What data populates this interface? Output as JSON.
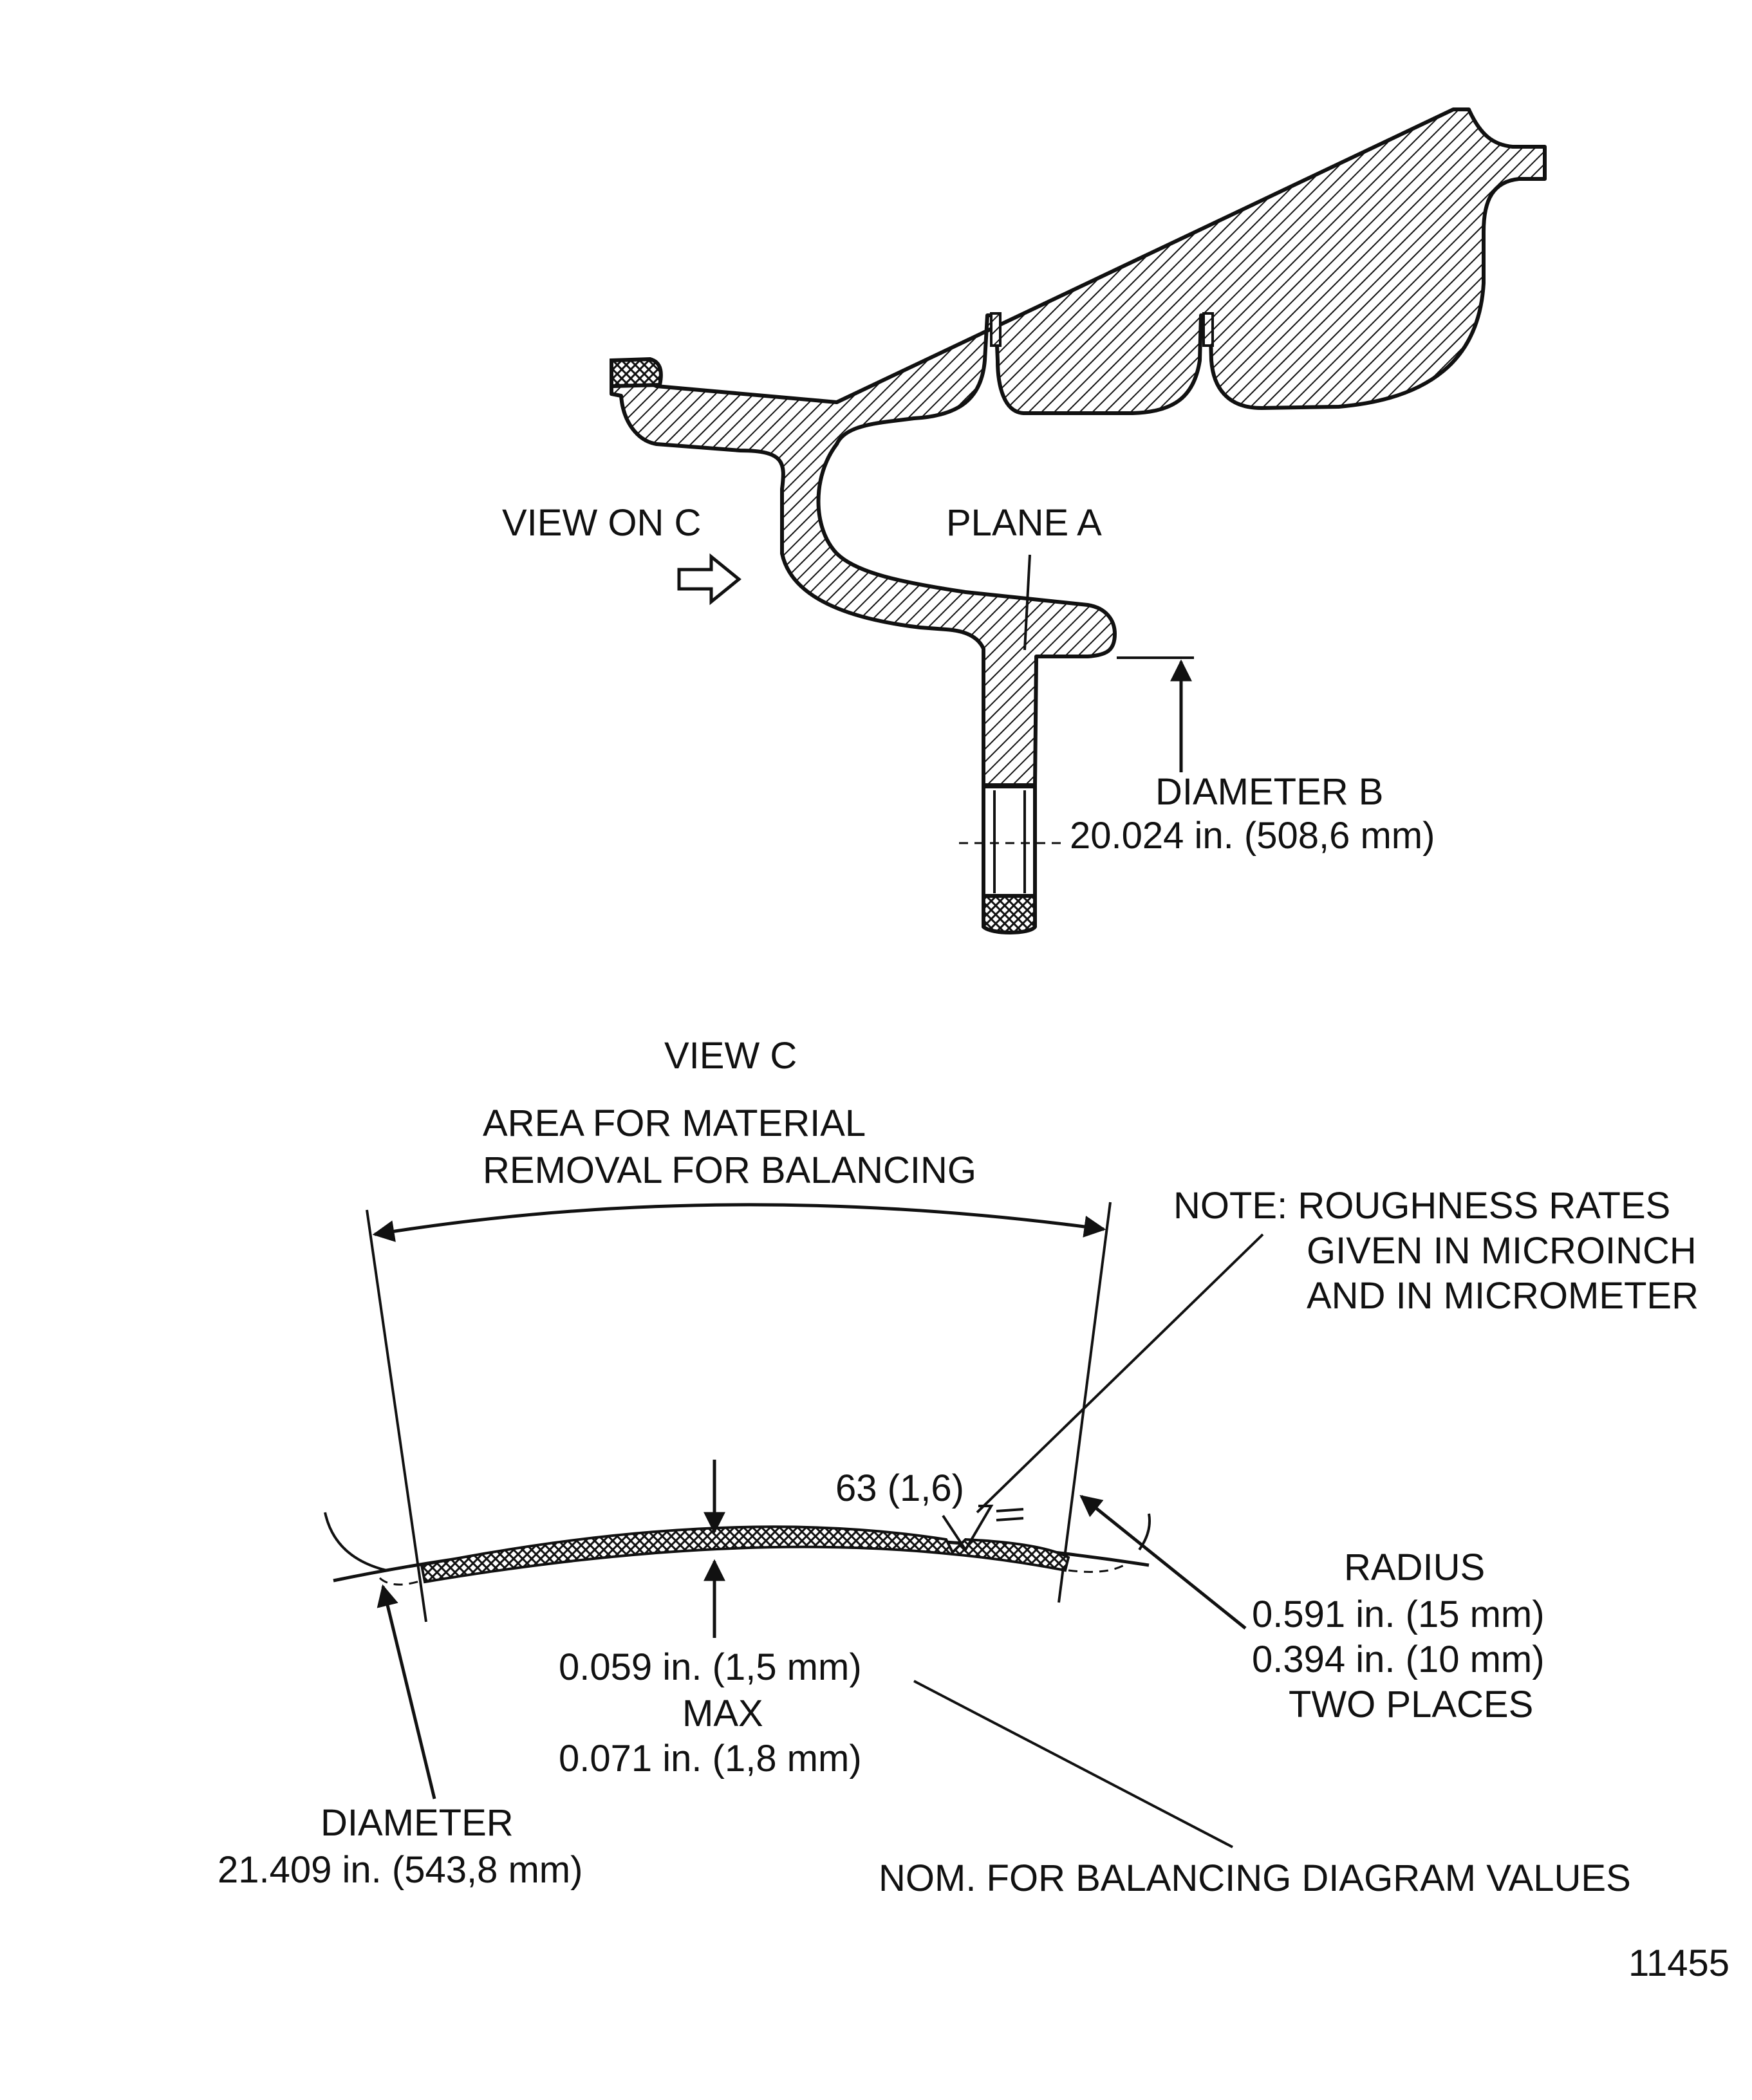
{
  "section_view": {
    "view_on_label": "VIEW ON C",
    "plane_label": "PLANE A",
    "diameter_b": {
      "title": "DIAMETER B",
      "value": "20.024 in. (508,6 mm)"
    }
  },
  "detail_view": {
    "title": "VIEW C",
    "area_label_line1": "AREA FOR MATERIAL",
    "area_label_line2": "REMOVAL FOR BALANCING",
    "note_line1": "NOTE: ROUGHNESS RATES",
    "note_line2": "GIVEN IN MICROINCH",
    "note_line3": "AND IN MICROMETER",
    "roughness_value": "63 (1,6)",
    "radius": {
      "title": "RADIUS",
      "value1": "0.591 in. (15 mm)",
      "value2": "0.394 in. (10 mm)",
      "places": "TWO PLACES"
    },
    "depth": {
      "value1": "0.059 in. (1,5 mm)",
      "max_label": "MAX",
      "value2": "0.071 in. (1,8 mm)"
    },
    "diameter": {
      "title": "DIAMETER",
      "value": "21.409 in. (543,8 mm)"
    },
    "nom_label": "NOM. FOR BALANCING DIAGRAM VALUES"
  },
  "figure_number": "11455",
  "colors": {
    "ink": "#111111",
    "paper": "#ffffff"
  }
}
